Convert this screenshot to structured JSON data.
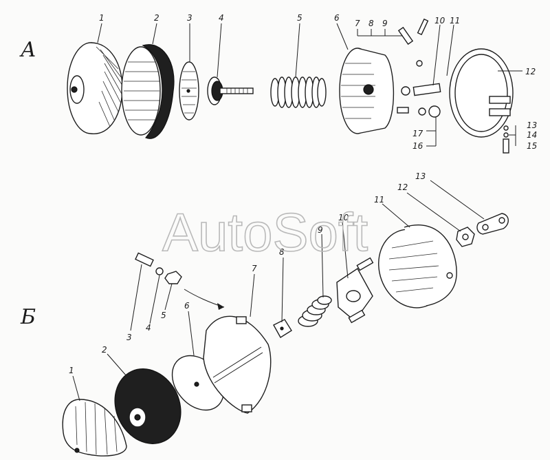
{
  "watermark": "AutoSoft",
  "sections": {
    "a": {
      "label": "А"
    },
    "b": {
      "label": "Б"
    }
  },
  "callouts_a": [
    "1",
    "2",
    "3",
    "4",
    "5",
    "6",
    "7",
    "8",
    "9",
    "10",
    "11",
    "12",
    "13",
    "14",
    "15",
    "16",
    "17"
  ],
  "callouts_b": [
    "1",
    "2",
    "3",
    "4",
    "5",
    "6",
    "7",
    "8",
    "9",
    "10",
    "11",
    "12",
    "13"
  ],
  "colors": {
    "ink": "#1d1d1d",
    "paper": "#fbfbfa",
    "watermark": "#b9b9b9"
  }
}
